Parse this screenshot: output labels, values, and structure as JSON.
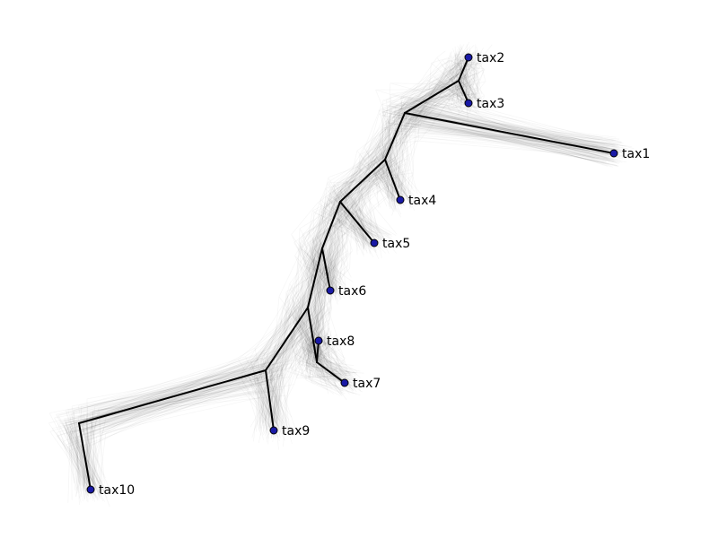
{
  "tree": {
    "tips": [
      {
        "id": "tax1",
        "label": "tax1"
      },
      {
        "id": "tax2",
        "label": "tax2"
      },
      {
        "id": "tax3",
        "label": "tax3"
      },
      {
        "id": "tax4",
        "label": "tax4"
      },
      {
        "id": "tax5",
        "label": "tax5"
      },
      {
        "id": "tax6",
        "label": "tax6"
      },
      {
        "id": "tax7",
        "label": "tax7"
      },
      {
        "id": "tax8",
        "label": "tax8"
      },
      {
        "id": "tax9",
        "label": "tax9"
      },
      {
        "id": "tax10",
        "label": "tax10"
      }
    ],
    "colors": {
      "consensus_edge": "#000000",
      "sample_edge": "#000000",
      "tip_fill": "#1a1aa6"
    }
  }
}
